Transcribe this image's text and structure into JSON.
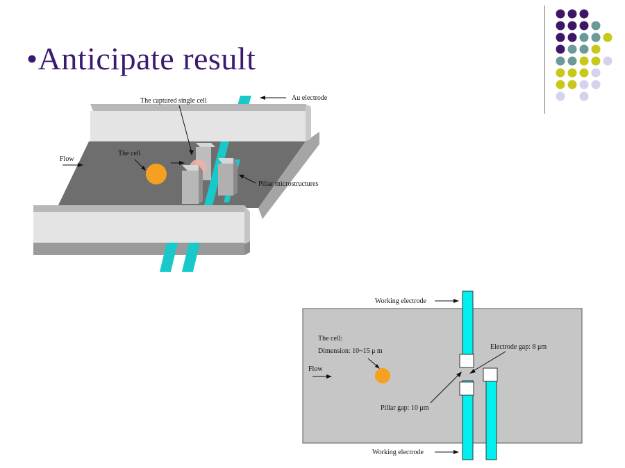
{
  "slide": {
    "title": "•Anticipate result"
  },
  "decor": {
    "dot_colors": {
      "purple": "#3d1766",
      "teal": "#6b9a99",
      "yellow": "#c8c81a",
      "lavender": "#d3d3ec"
    },
    "dot_grid": [
      [
        "purple",
        "purple",
        "purple",
        null
      ],
      [
        "purple",
        "purple",
        "purple",
        "teal"
      ],
      [
        "purple",
        "purple",
        "teal",
        "teal",
        "yellow"
      ],
      [
        "purple",
        "teal",
        "teal",
        "yellow"
      ],
      [
        "teal",
        "teal",
        "yellow",
        "yellow",
        "lavender"
      ],
      [
        "yellow",
        "yellow",
        "yellow",
        "lavender"
      ],
      [
        "yellow",
        "yellow",
        "lavender",
        "lavender"
      ],
      [
        "lavender",
        null,
        "lavender"
      ]
    ]
  },
  "figure1": {
    "labels": {
      "captured_cell": "The captured single cell",
      "au_electrode": "Au electrode",
      "flow": "Flow",
      "the_cell": "The cell",
      "pillars": "Pillar microstructures"
    },
    "colors": {
      "floor": "#6e6e6e",
      "wall_light": "#e4e4e4",
      "wall_side": "#a9a9a9",
      "electrode": "#19c9c9",
      "cell": "#f5a020",
      "captured_cell": "#f0b0a8",
      "pillar": "#b5b5b5"
    }
  },
  "figure2": {
    "labels": {
      "working_electrode_top": "Working electrode",
      "working_electrode_bottom": "Working electrode",
      "cell_title": "The cell:",
      "cell_dimension": "Dimension: 10~15 μ m",
      "flow": "Flow",
      "electrode_gap": "Electrode gap: 8 μm",
      "pillar_gap": "Pillar gap: 10 μm"
    },
    "colors": {
      "panel": "#c6c6c6",
      "electrode": "#00f0f0",
      "cell": "#f5a020",
      "pillar": "#ffffff"
    }
  }
}
